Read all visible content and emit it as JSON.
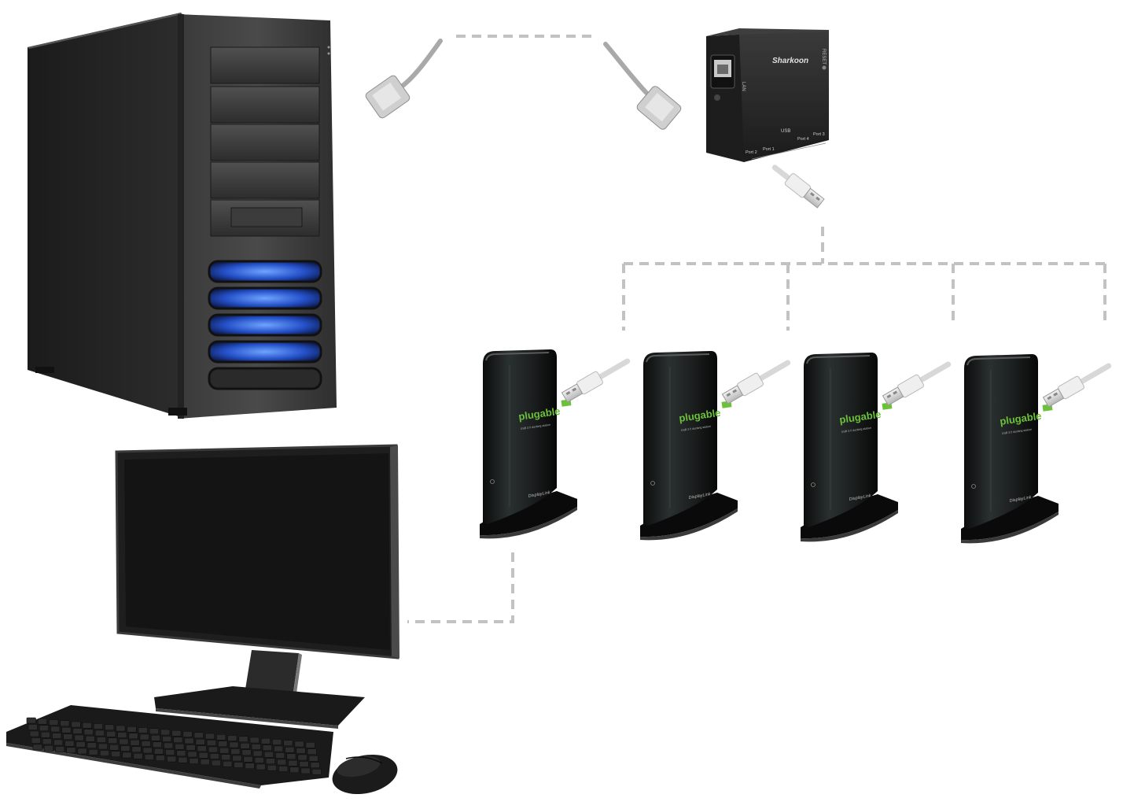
{
  "hub": {
    "brand": "Sharkoon",
    "labels": {
      "lan": "LAN",
      "reset": "RESET",
      "usb": "USB",
      "port1": "Port 1",
      "port2": "Port 2",
      "port3": "Port 3",
      "port4": "Port 4"
    }
  },
  "docks": [
    {
      "brand": "plugable",
      "caption": "USB 3.0 docking station",
      "logo": "DisplayLink"
    },
    {
      "brand": "plugable",
      "caption": "USB 3.0 docking station",
      "logo": "DisplayLink"
    },
    {
      "brand": "plugable",
      "caption": "USB 3.0 docking station",
      "logo": "DisplayLink"
    },
    {
      "brand": "plugable",
      "caption": "USB 3.0 docking station",
      "logo": "DisplayLink"
    }
  ],
  "colors": {
    "connector_line": "#c2c2c2",
    "case_body": "#2a2a2a",
    "fan_glow": "#2f5bd8",
    "plugable_green": "#6cc13a"
  },
  "icons": [
    "pc-tower-icon",
    "monitor-icon",
    "keyboard-icon",
    "mouse-icon",
    "ethernet-cable-icon",
    "usb-cable-icon",
    "usb-server-hub-icon",
    "docking-station-icon"
  ]
}
